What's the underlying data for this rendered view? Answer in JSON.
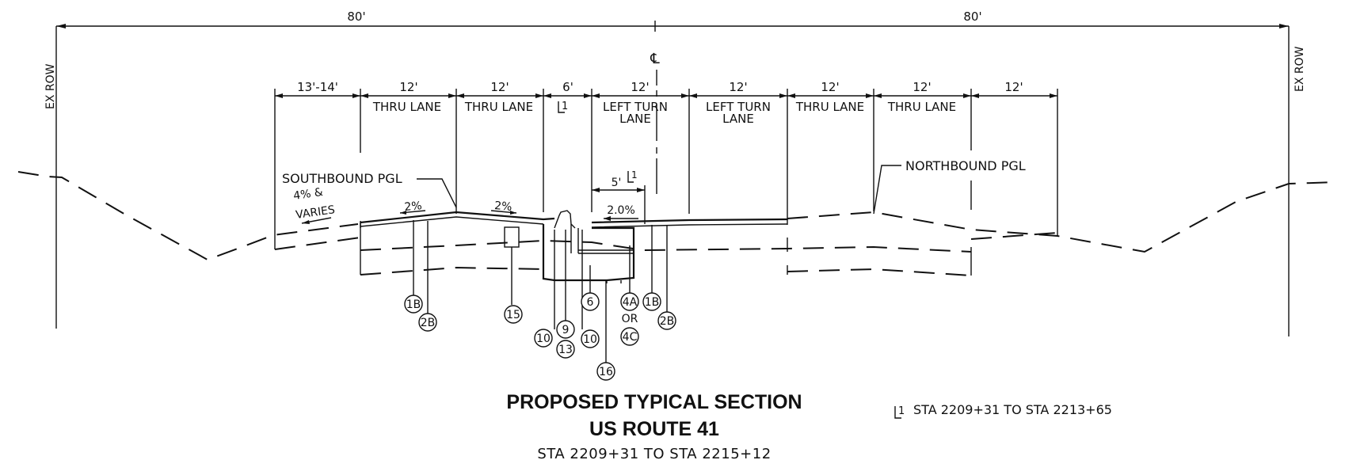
{
  "row": {
    "overall_left": "80'",
    "overall_right": "80'",
    "left_row_label": "EX ROW",
    "right_row_label": "EX ROW",
    "centerline_symbol": "℄"
  },
  "lane_widths": [
    "13'-14'",
    "12'",
    "12'",
    "6'",
    "12'",
    "12'",
    "12'",
    "12'",
    "12'"
  ],
  "lane_labels": {
    "sb_thru_1": "THRU LANE",
    "sb_thru_2": "THRU LANE",
    "median_note_mark": "1",
    "ltl_1_line1": "LEFT TURN",
    "ltl_1_line2": "LANE",
    "ltl_2_line1": "LEFT TURN",
    "ltl_2_line2": "LANE",
    "nb_thru_1": "THRU LANE",
    "nb_thru_2": "THRU LANE"
  },
  "annotations": {
    "southbound_pgl": "SOUTHBOUND PGL",
    "northbound_pgl": "NORTHBOUND PGL",
    "shoulder_slope_1": "4% &",
    "shoulder_slope_2": "VARIES",
    "slope_sb_1": "2%",
    "slope_sb_2": "2%",
    "median_dim": "5'",
    "median_dim_mark": "1",
    "slope_nb": "2.0%"
  },
  "callouts": {
    "c1b_left": "1B",
    "c2b_left": "2B",
    "c15": "15",
    "c10_left": "10",
    "c9": "9",
    "c13": "13",
    "c10_right": "10",
    "c6": "6",
    "c16": "16",
    "c4a": "4A",
    "or_text": "OR",
    "c4c": "4C",
    "c1b_right": "1B",
    "c2b_right": "2B"
  },
  "title": {
    "line1": "PROPOSED TYPICAL SECTION",
    "line2": "US ROUTE 41",
    "line3": "STA 2209+31 TO STA 2215+12"
  },
  "footnote": {
    "mark": "1",
    "text": "STA 2209+31 TO STA 2213+65"
  }
}
